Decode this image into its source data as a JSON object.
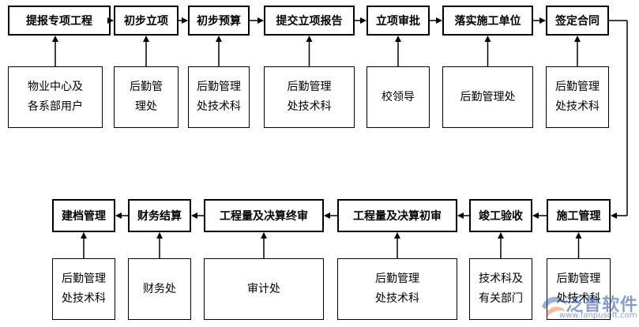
{
  "row1": [
    {
      "step": "提报专项工程",
      "dept": [
        "物业中心及",
        "各系部用户"
      ]
    },
    {
      "step": "初步立项",
      "dept": [
        "后勤管",
        "理处"
      ]
    },
    {
      "step": "初步预算",
      "dept": [
        "后勤管理",
        "处技术科"
      ]
    },
    {
      "step": "提交立项报告",
      "dept": [
        "后勤管理",
        "处技术科"
      ]
    },
    {
      "step": "立项审批",
      "dept": [
        "校领导"
      ]
    },
    {
      "step": "落实施工单位",
      "dept": [
        "后勤管理处"
      ]
    },
    {
      "step": "签定合同",
      "dept": [
        "后勤管理",
        "处技术科"
      ]
    }
  ],
  "row2": [
    {
      "step": "建档管理",
      "dept": [
        "后勤管理",
        "处技术科"
      ]
    },
    {
      "step": "财务结算",
      "dept": [
        "财务处"
      ]
    },
    {
      "step": "工程量及决算终审",
      "dept": [
        "审计处"
      ]
    },
    {
      "step": "工程量及决算初审",
      "dept": [
        "后勤管理",
        "处技术科"
      ]
    },
    {
      "step": "竣工验收",
      "dept": [
        "技术科及",
        "有关部门"
      ]
    },
    {
      "step": "施工管理",
      "dept": [
        "后勤管理",
        "处技术科"
      ]
    }
  ],
  "watermark": {
    "text": "泛普软件",
    "url": "www.fanpusoft.com",
    "icon": "fanpu-logo-icon"
  }
}
